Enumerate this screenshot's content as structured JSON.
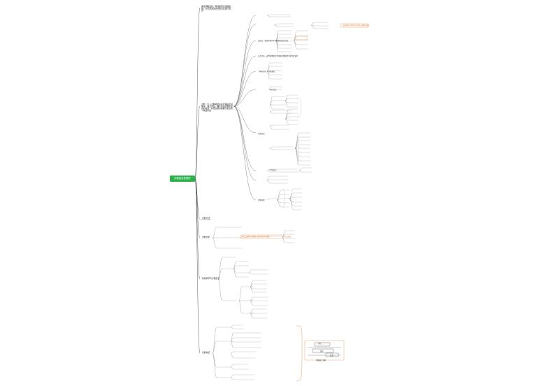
{
  "root": {
    "title": "诊断结合药理疗"
  },
  "branches": [
    {
      "id": "b1",
      "label": "通过调制治疗，有时能结合使用药物，也可能通过非药物方式进行调控"
    },
    {
      "id": "b2",
      "label": "诊断：引入诊断模型后在疗程设定进程中，综合评估，确认各类药物对患者的效果，并结合相关数据分析患者个体差异性"
    },
    {
      "id": "b3",
      "label": "诊断方法"
    },
    {
      "id": "b4",
      "label": "诊断分析"
    },
    {
      "id": "b5",
      "label": "药物调节与诊断结合"
    },
    {
      "id": "b6",
      "label": "诊断总结"
    }
  ],
  "b2_children": [
    "适应证：临床药物对不同患者的治疗方案",
    "综合评估，对不同患者在不同治疗阶段给予差异化治疗",
    "个体化用药：药物选择",
    "治疗反应",
    "疗效评估",
    "不良反应",
    "诊断流程"
  ],
  "notes": {
    "orange_top": "由医师结合用药方案进行调整并确认",
    "orange_mid": "诊断与用药方案相结合需持续评估调整",
    "orange_low": "综合结论"
  },
  "b6_box": {
    "title": "诊断结合流程",
    "cells": [
      "评估",
      "治疗",
      "复查"
    ]
  }
}
